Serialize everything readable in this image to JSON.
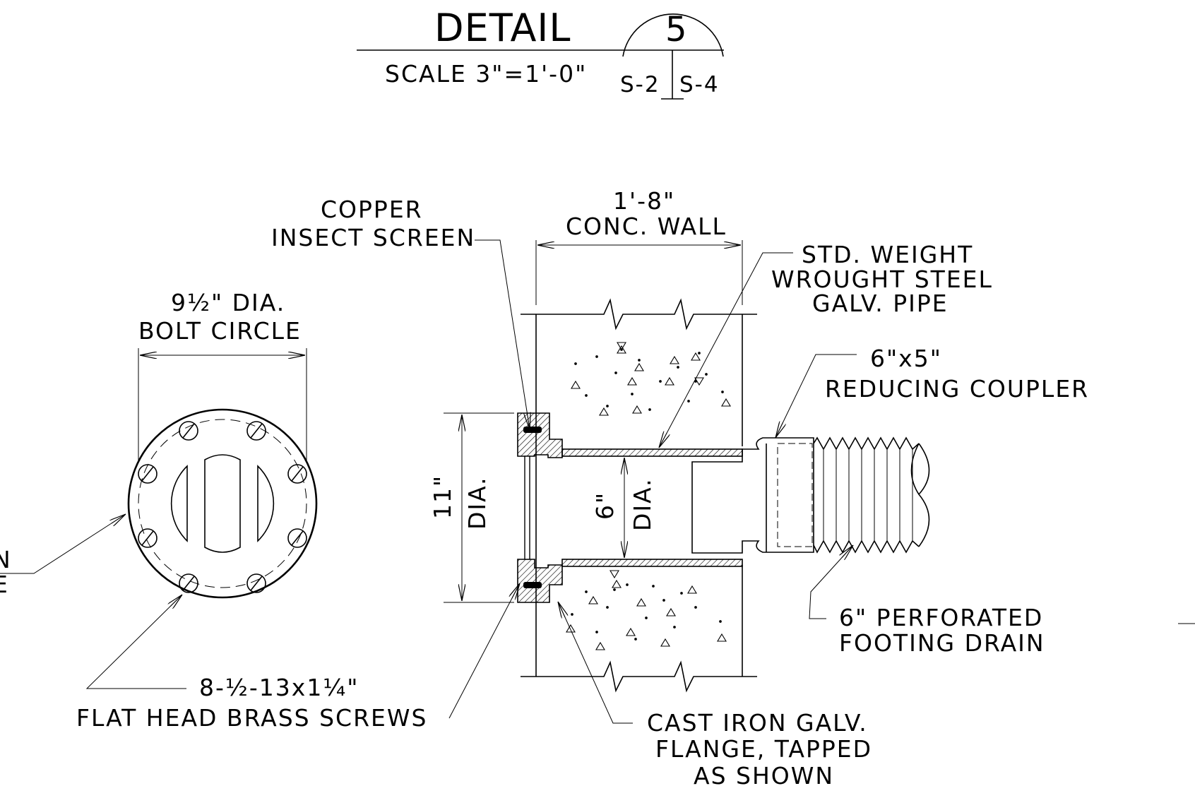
{
  "title": {
    "label": "DETAIL",
    "number": "5",
    "scale": "SCALE 3\"=1'-0\"",
    "ref_left": "S-2",
    "ref_right": "S-4"
  },
  "callouts": {
    "bolt_circle_dim": "9½\" DIA.",
    "bolt_circle_label": "BOLT CIRCLE",
    "left_cut_line1": "N",
    "left_cut_line2": "E",
    "screws_dim": "8-½-13x1¼\"",
    "screws_label": "FLAT HEAD BRASS SCREWS",
    "insect_line1": "COPPER",
    "insect_line2": "INSECT SCREEN",
    "wall_dim": "1'-8\"",
    "wall_label": "CONC. WALL",
    "pipe_line1": "STD. WEIGHT",
    "pipe_line2": "WROUGHT STEEL",
    "pipe_line3": "GALV. PIPE",
    "coupler_dim": "6\"x5\"",
    "coupler_label": "REDUCING COUPLER",
    "drain_line1": "6\" PERFORATED",
    "drain_line2": "FOOTING DRAIN",
    "flange_line1": "CAST IRON GALV.",
    "flange_line2": "FLANGE, TAPPED",
    "flange_line3": "AS SHOWN",
    "flange_dia_value": "11\"",
    "flange_dia_label": "DIA.",
    "pipe_dia_value": "6\"",
    "pipe_dia_label": "DIA."
  }
}
